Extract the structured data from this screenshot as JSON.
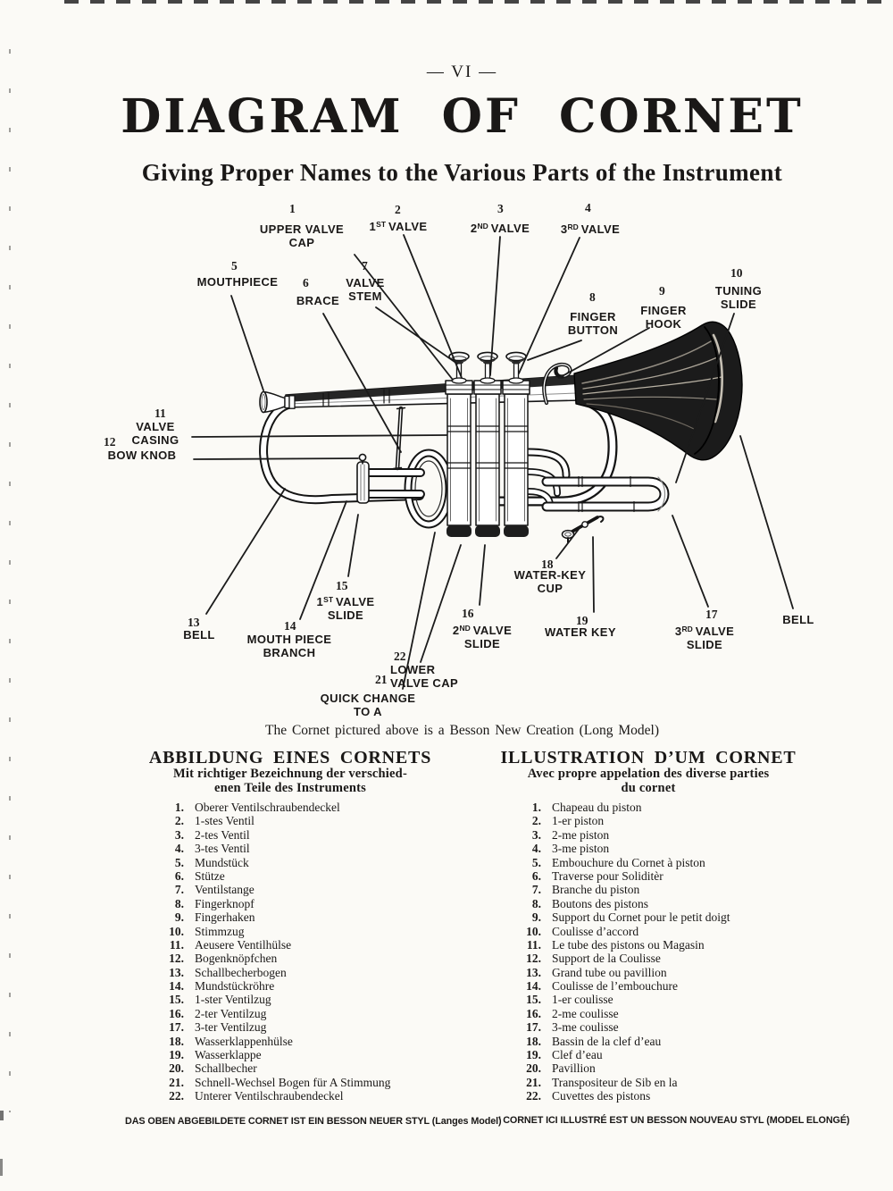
{
  "page_number": "— VI —",
  "title": "DIAGRAM OF CORNET",
  "subtitle": "Giving Proper Names to the Various Parts of the Instrument",
  "caption": "The Cornet pictured above is a Besson New Creation (Long Model)",
  "ink_color": "#1a1817",
  "callouts": {
    "upper_valve_cap": {
      "num": "1",
      "line1": "UPPER VALVE",
      "line2": "CAP"
    },
    "valve1": {
      "num": "2",
      "pre": "1",
      "sup": "ST",
      "post": "VALVE"
    },
    "valve2": {
      "num": "3",
      "pre": "2",
      "sup": "ND",
      "post": "VALVE"
    },
    "valve3": {
      "num": "4",
      "pre": "3",
      "sup": "RD",
      "post": "VALVE"
    },
    "mouthpiece": {
      "num": "5",
      "line1": "MOUTHPIECE"
    },
    "brace": {
      "num": "6",
      "line1": "BRACE"
    },
    "valve_stem": {
      "num": "7",
      "line1": "VALVE",
      "line2": "STEM"
    },
    "finger_button": {
      "num": "8",
      "line1": "FINGER",
      "line2": "BUTTON"
    },
    "finger_hook": {
      "num": "9",
      "line1": "FINGER",
      "line2": "HOOK"
    },
    "tuning_slide": {
      "num": "10",
      "line1": "TUNING",
      "line2": "SLIDE"
    },
    "valve_casing": {
      "num": "11",
      "line1": "VALVE",
      "line2": "CASING"
    },
    "bow_knob": {
      "num": "12",
      "line1": "BOW KNOB"
    },
    "bell_left": {
      "num": "13",
      "line1": "BELL"
    },
    "mouthpiece_branch": {
      "num": "14",
      "line1": "MOUTH PIECE",
      "line2": "BRANCH"
    },
    "valve1_slide": {
      "num": "15",
      "pre": "1",
      "sup": "ST",
      "post": "VALVE",
      "line2": "SLIDE"
    },
    "valve2_slide": {
      "num": "16",
      "pre": "2",
      "sup": "ND",
      "post": "VALVE",
      "line2": "SLIDE"
    },
    "valve3_slide": {
      "num": "17",
      "pre": "3",
      "sup": "RD",
      "post": "VALVE",
      "line2": "SLIDE"
    },
    "water_key_cup": {
      "num": "18",
      "line1": "WATER-KEY",
      "line2": "CUP"
    },
    "water_key": {
      "num": "19",
      "line1": "WATER KEY"
    },
    "bell_right": {
      "line1": "BELL"
    },
    "quick_change": {
      "num": "21",
      "line1": "QUICK CHANGE",
      "line2": "TO A"
    },
    "lower_valve_cap": {
      "num": "22",
      "line1": "LOWER",
      "line2": "VALVE CAP"
    }
  },
  "german": {
    "header": "ABBILDUNG EINES CORNETS",
    "subheader1": "Mit richtiger Bezeichnung der verschied-",
    "subheader2": "enen Teile des Instruments",
    "items": [
      "Oberer Ventilschraubendeckel",
      "1-stes Ventil",
      "2-tes Ventil",
      "3-tes Ventil",
      "Mundstück",
      "Stütze",
      "Ventilstange",
      "Fingerknopf",
      "Fingerhaken",
      "Stimmzug",
      "Aeusere Ventilhülse",
      "Bogenknöpfchen",
      "Schallbecherbogen",
      "Mundstückröhre",
      "1-ster Ventilzug",
      "2-ter Ventilzug",
      "3-ter Ventilzug",
      "Wasserklappenhülse",
      "Wasserklappe",
      "Schallbecher",
      "Schnell-Wechsel Bogen für A Stimmung",
      "Unterer Ventilschraubendeckel"
    ]
  },
  "french": {
    "header": "ILLUSTRATION D’UM CORNET",
    "subheader1": "Avec propre appelation des diverse parties",
    "subheader2": "du cornet",
    "items": [
      "Chapeau du piston",
      "1-er piston",
      "2-me piston",
      "3-me piston",
      "Embouchure du Cornet à piston",
      "Traverse pour Soliditèr",
      "Branche du piston",
      "Boutons des pistons",
      "Support du Cornet pour le petit doigt",
      "Coulisse d’accord",
      "Le tube des pistons ou Magasin",
      "Support de la Coulisse",
      "Grand tube ou pavillion",
      "Coulisse de l’embouchure",
      "1-er coulisse",
      "2-me coulisse",
      "3-me coulisse",
      "Bassin de la clef d’eau",
      "Clef d’eau",
      "Pavillion",
      "Transpositeur de Sib en la",
      "Cuvettes des pistons"
    ]
  },
  "footnotes": {
    "german": "DAS OBEN ABGEBILDETE CORNET IST EIN BESSON NEUER STYL (Langes Model)",
    "french": "’ CORNET ICI ILLUSTRÉ EST UN BESSON NOUVEAU STYL (MODEL ELONGÉ)"
  }
}
